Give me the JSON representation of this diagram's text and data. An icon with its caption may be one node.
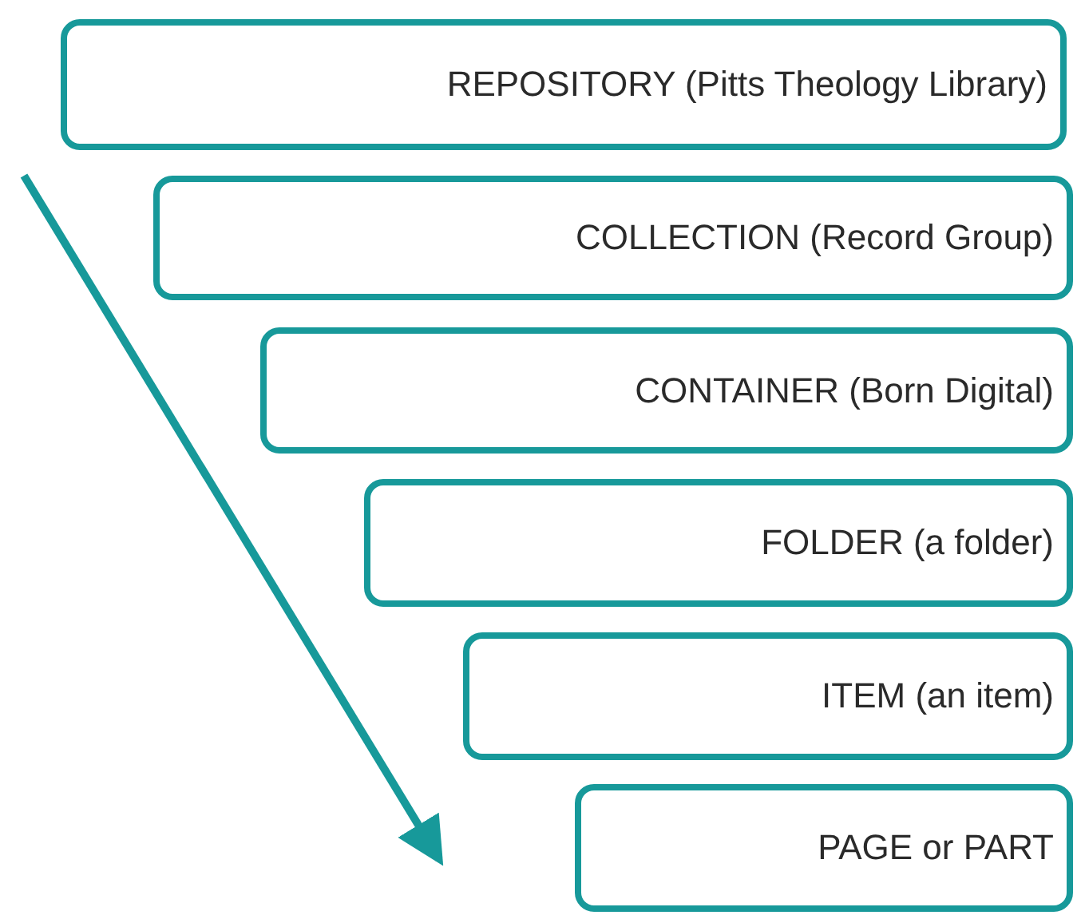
{
  "diagram": {
    "nodes": [
      {
        "text": [
          "REPOSITORY (Pitts Theology Library)"
        ]
      },
      {
        "text": [
          "COLLECTION (Record Group)"
        ]
      },
      {
        "text": [
          "CONTAINER (Born Digital)"
        ]
      },
      {
        "text": [
          "FOLDER (a folder)"
        ]
      },
      {
        "text": [
          "ITEM (an item)"
        ]
      },
      {
        "text": [
          "PAGE or PART"
        ]
      }
    ]
  }
}
